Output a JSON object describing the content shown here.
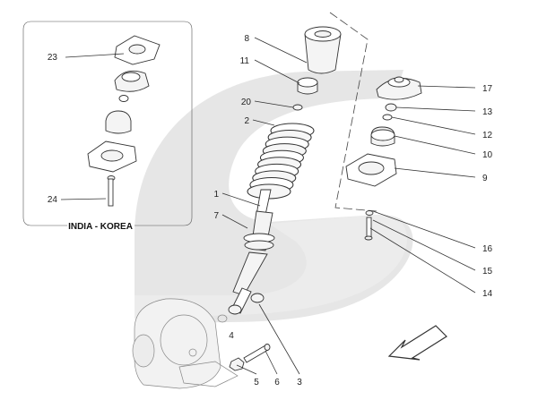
{
  "inset": {
    "caption": "INDIA - KOREA"
  },
  "callouts": {
    "c1": "1",
    "c2": "2",
    "c3": "3",
    "c4": "4",
    "c5": "5",
    "c6": "6",
    "c7": "7",
    "c8": "8",
    "c9": "9",
    "c10": "10",
    "c11": "11",
    "c12": "12",
    "c13": "13",
    "c14": "14",
    "c15": "15",
    "c16": "16",
    "c17": "17",
    "c20": "20",
    "c23": "23",
    "c24": "24"
  },
  "colors": {
    "watermark": "#e6e6e6",
    "line": "#333333",
    "background": "#ffffff"
  },
  "icons": {
    "direction": "direction-arrow-icon"
  }
}
